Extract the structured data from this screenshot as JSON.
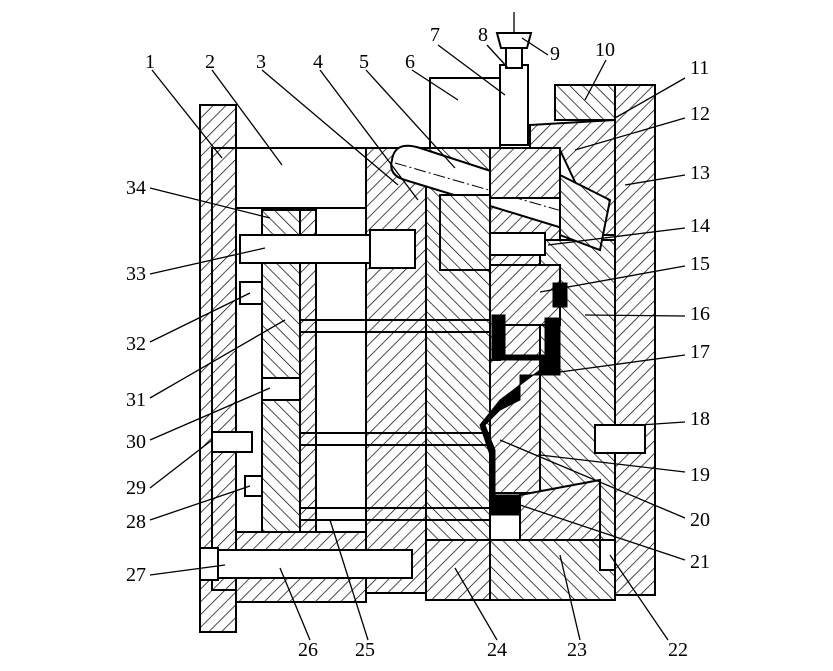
{
  "figure": {
    "labels": [
      "1",
      "2",
      "3",
      "4",
      "5",
      "6",
      "7",
      "8",
      "9",
      "10",
      "11",
      "12",
      "13",
      "14",
      "15",
      "16",
      "17",
      "18",
      "19",
      "20",
      "21",
      "22",
      "23",
      "24",
      "25",
      "26",
      "27",
      "28",
      "29",
      "30",
      "31",
      "32",
      "33",
      "34"
    ]
  }
}
